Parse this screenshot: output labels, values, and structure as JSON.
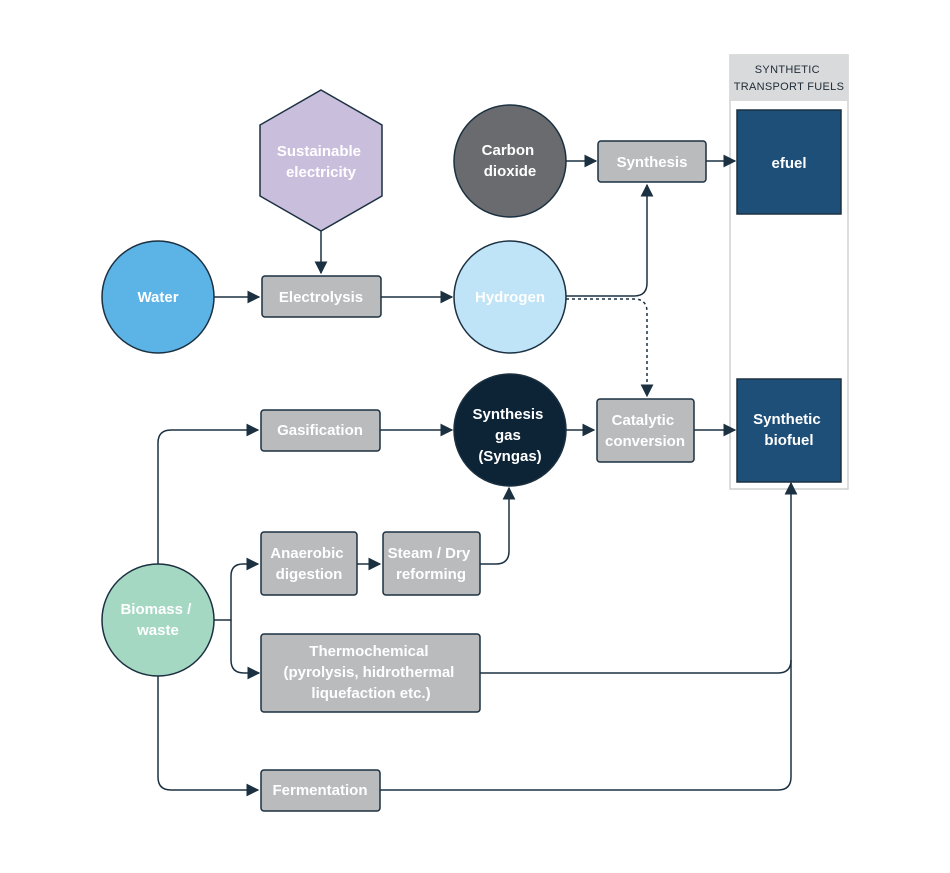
{
  "panel": {
    "title_lines": [
      "SYNTHETIC",
      "TRANSPORT FUELS"
    ]
  },
  "nodes": {
    "sustainable_electricity": {
      "lines": [
        "Sustainable",
        "electricity"
      ]
    },
    "carbon_dioxide": {
      "lines": [
        "Carbon",
        "dioxide"
      ]
    },
    "synthesis": {
      "lines": [
        "Synthesis"
      ]
    },
    "efuel": {
      "lines": [
        "efuel"
      ]
    },
    "water": {
      "lines": [
        "Water"
      ]
    },
    "electrolysis": {
      "lines": [
        "Electrolysis"
      ]
    },
    "hydrogen": {
      "lines": [
        "Hydrogen"
      ]
    },
    "gasification": {
      "lines": [
        "Gasification"
      ]
    },
    "syngas": {
      "lines": [
        "Synthesis",
        "gas",
        "(Syngas)"
      ]
    },
    "catalytic_conversion": {
      "lines": [
        "Catalytic",
        "conversion"
      ]
    },
    "synthetic_biofuel": {
      "lines": [
        "Synthetic",
        "biofuel"
      ]
    },
    "anaerobic_digestion": {
      "lines": [
        "Anaerobic",
        "digestion"
      ]
    },
    "steam_dry_reforming": {
      "lines": [
        "Steam / Dry",
        "reforming"
      ]
    },
    "biomass_waste": {
      "lines": [
        "Biomass /",
        "waste"
      ]
    },
    "thermochemical": {
      "lines": [
        "Thermochemical",
        "(pyrolysis, hidrothermal",
        "liquefaction etc.)"
      ]
    },
    "fermentation": {
      "lines": [
        "Fermentation"
      ]
    }
  },
  "colors": {
    "process_box": "#b9bbbd",
    "fuel_box": "#1e4f78",
    "arrow": "#1b3040",
    "water": "#5cb3e6",
    "hydrogen": "#bfe3f7",
    "carbon_dioxide": "#696b6e",
    "syngas": "#0d2436",
    "biomass": "#a4d8c3",
    "electricity": "#cabedd",
    "panel_header": "#d9dadb",
    "panel_border": "#cfd0d1"
  }
}
